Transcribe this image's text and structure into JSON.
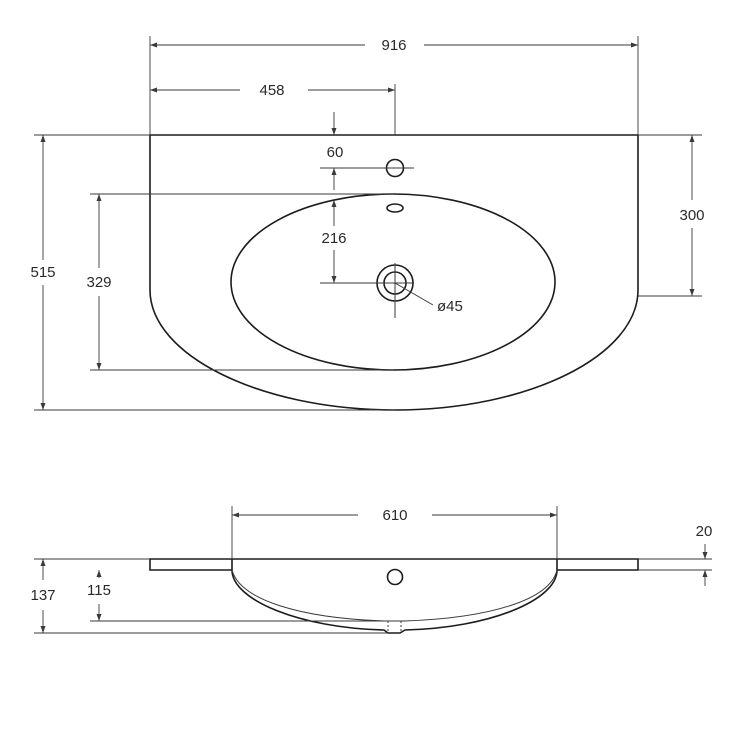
{
  "top_view": {
    "overall_width": "916",
    "half_width": "458",
    "tap_hole_offset": "60",
    "depth": "515",
    "bowl_depth": "329",
    "side_depth": "300",
    "drain_offset": "216",
    "drain_diameter": "ø45"
  },
  "side_view": {
    "bowl_width": "610",
    "slab_thickness": "20",
    "total_height": "137",
    "bowl_height": "115"
  }
}
